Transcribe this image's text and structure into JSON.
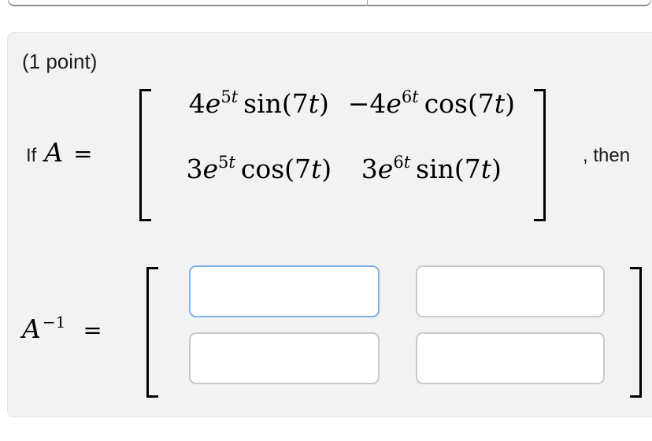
{
  "colors": {
    "page_bg": "#ffffff",
    "card_bg": "#f2f2f2",
    "card_border": "#e3e3e3",
    "body_text": "#1c1c1c",
    "math_text": "#000000",
    "input_border": "#c9c9c9",
    "input_focus_border": "#7db4e8",
    "toolbar_edge": "#8f8f8f"
  },
  "problem": {
    "points_label": "(1 point)",
    "given_line": {
      "prefix": "If",
      "matrix_symbol": "A",
      "equals": "=",
      "suffix": ", then"
    },
    "matrix_a": {
      "rows": [
        [
          {
            "num": "4",
            "var": "e",
            "sup_num": "5",
            "sup_var": "t",
            "fn": "sin(7",
            "arg_var": "t",
            "close": ")"
          },
          {
            "num": "−4",
            "var": "e",
            "sup_num": "6",
            "sup_var": "t",
            "fn": "cos(7",
            "arg_var": "t",
            "close": ")"
          }
        ],
        [
          {
            "num": "3",
            "var": "e",
            "sup_num": "5",
            "sup_var": "t",
            "fn": "cos(7",
            "arg_var": "t",
            "close": ")"
          },
          {
            "num": "3",
            "var": "e",
            "sup_num": "6",
            "sup_var": "t",
            "fn": "sin(7",
            "arg_var": "t",
            "close": ")"
          }
        ]
      ]
    },
    "answer_line": {
      "matrix_symbol": "A",
      "exponent": "−1",
      "equals": "=",
      "matrix_inputs": {
        "rows": [
          [
            {
              "value": "",
              "state": "focused"
            },
            {
              "value": "",
              "state": "default"
            }
          ],
          [
            {
              "value": "",
              "state": "default"
            },
            {
              "value": "",
              "state": "default"
            }
          ]
        ]
      }
    }
  }
}
